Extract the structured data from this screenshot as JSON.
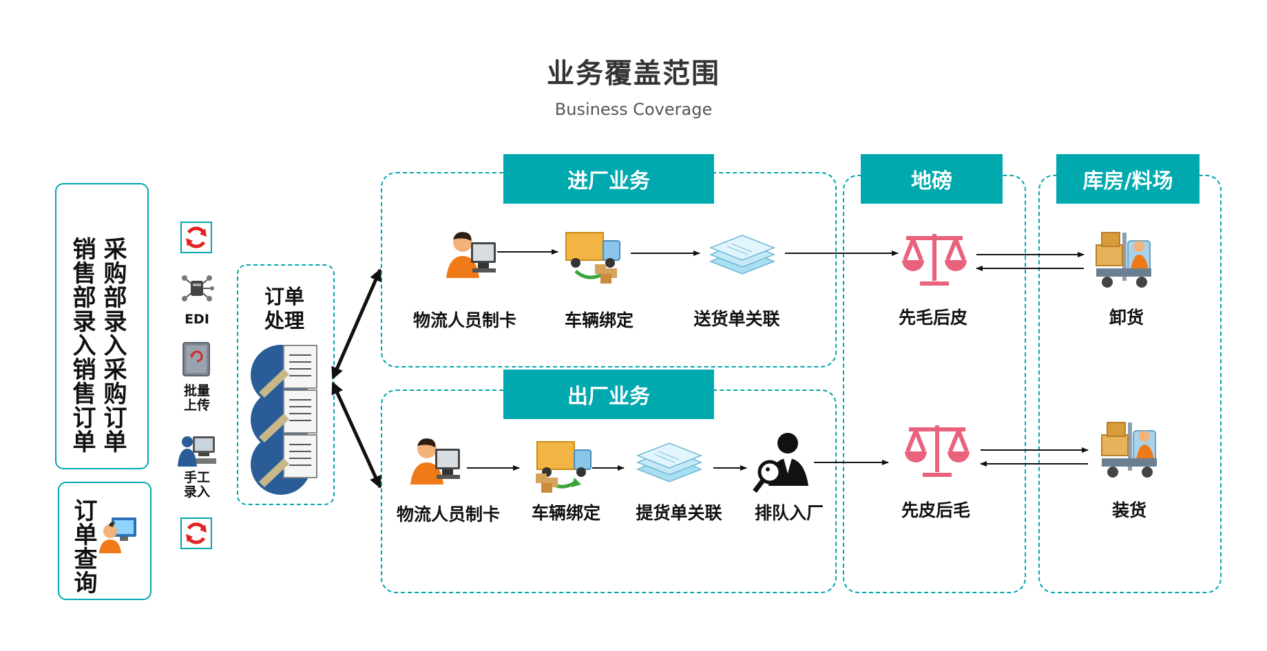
{
  "header": {
    "title": "业务覆盖范围",
    "subtitle": "Business Coverage"
  },
  "left_panel": {
    "purchase_text": "采购部录入采购订单",
    "sales_text": "销售部录入销售订单",
    "query_text": "订单查询"
  },
  "input_methods": {
    "edi_label": "EDI",
    "batch_upload_label": "批量上传",
    "manual_entry_label": "手工录入"
  },
  "order_processing": {
    "label": "订单处理"
  },
  "sections": {
    "inbound": {
      "title": "进厂业务",
      "steps": [
        "物流人员制卡",
        "车辆绑定",
        "送货单关联"
      ]
    },
    "outbound": {
      "title": "出厂业务",
      "steps": [
        "物流人员制卡",
        "车辆绑定",
        "提货单关联",
        "排队入厂"
      ]
    },
    "weighbridge": {
      "title": "地磅",
      "inbound_step": "先毛后皮",
      "outbound_step": "先皮后毛"
    },
    "warehouse": {
      "title": "库房/料场",
      "inbound_step": "卸货",
      "outbound_step": "装货"
    }
  },
  "colors": {
    "accent": "#00a9ae",
    "scale": "#e8627c",
    "icon_blue": "#2a5d97",
    "arrow": "#111111"
  }
}
